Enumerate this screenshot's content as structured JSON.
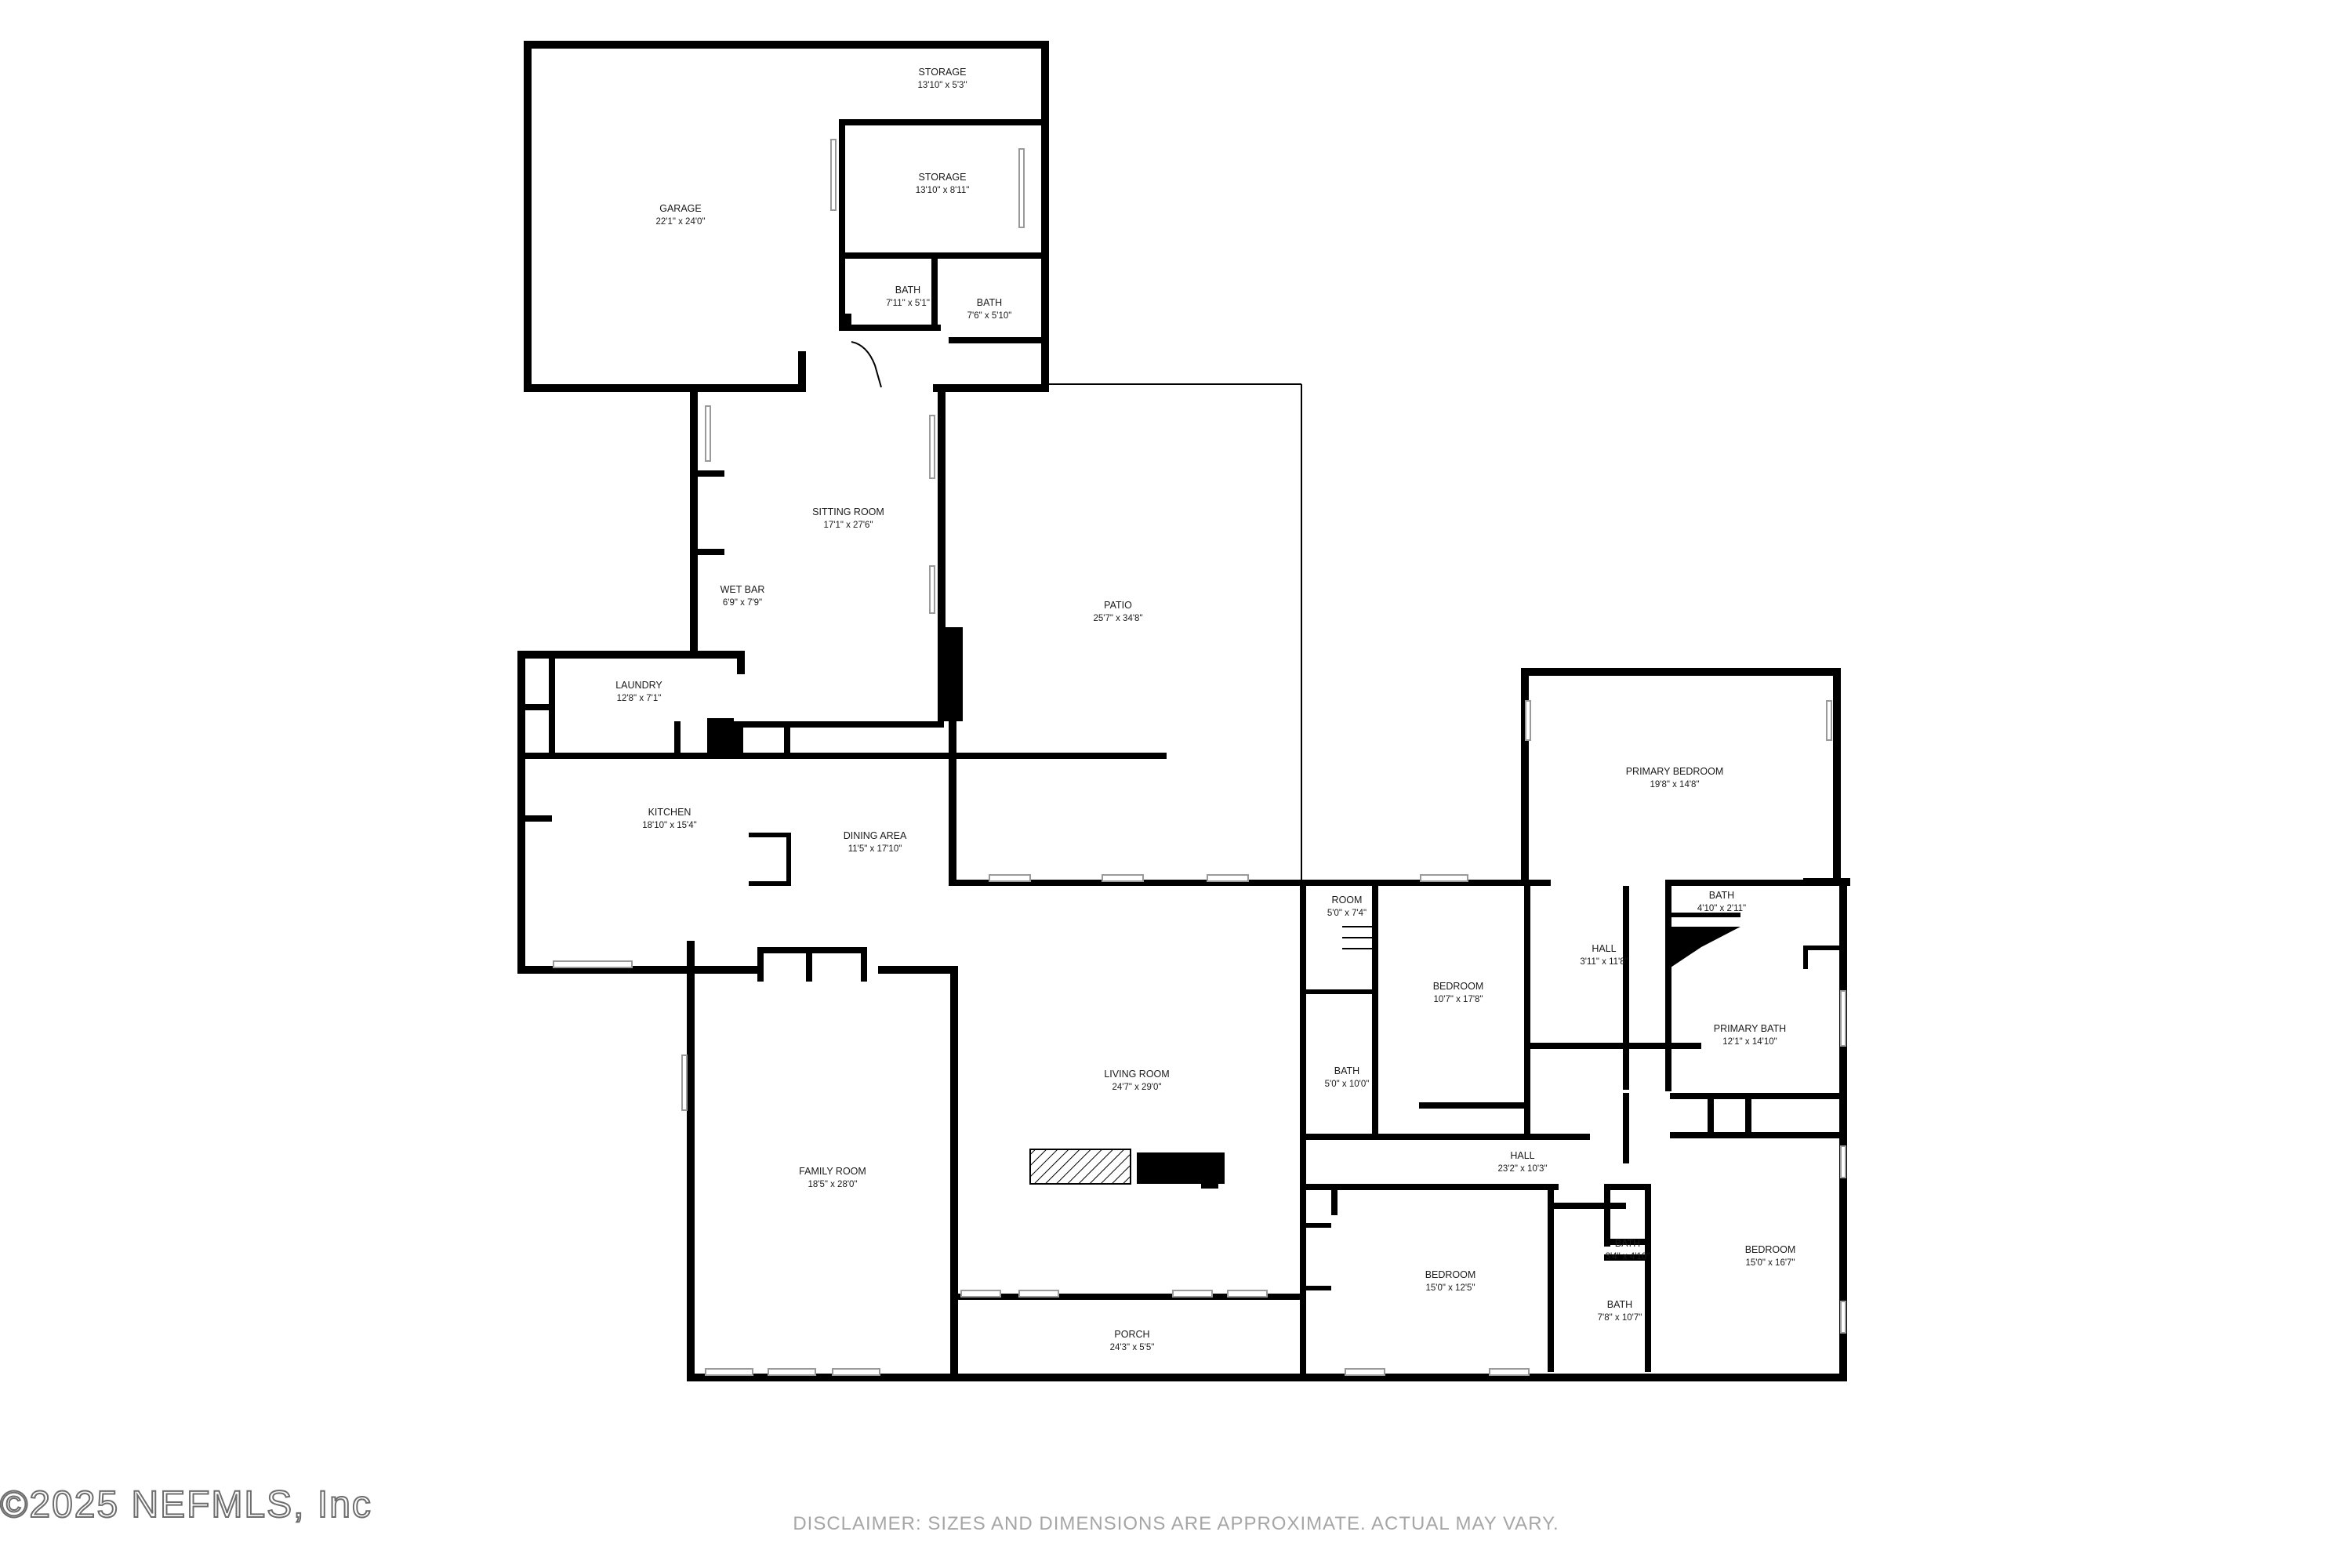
{
  "rooms": [
    {
      "id": "garage",
      "name": "GARAGE",
      "dims": "22'1\" x 24'0\""
    },
    {
      "id": "storage-top",
      "name": "STORAGE",
      "dims": "13'10\" x 5'3\""
    },
    {
      "id": "storage-mid",
      "name": "STORAGE",
      "dims": "13'10\" x 8'11\""
    },
    {
      "id": "bath-garage-small",
      "name": "BATH",
      "dims": "7'11\" x 5'1\""
    },
    {
      "id": "bath-garage",
      "name": "BATH",
      "dims": "7'6\" x 5'10\""
    },
    {
      "id": "sitting-room",
      "name": "SITTING ROOM",
      "dims": "17'1\" x 27'6\""
    },
    {
      "id": "wet-bar",
      "name": "WET BAR",
      "dims": "6'9\" x 7'9\""
    },
    {
      "id": "patio",
      "name": "PATIO",
      "dims": "25'7\" x 34'8\""
    },
    {
      "id": "laundry",
      "name": "LAUNDRY",
      "dims": "12'8\" x 7'1\""
    },
    {
      "id": "kitchen",
      "name": "KITCHEN",
      "dims": "18'10\" x 15'4\""
    },
    {
      "id": "dining-area",
      "name": "DINING AREA",
      "dims": "11'5\" x 17'10\""
    },
    {
      "id": "family-room",
      "name": "FAMILY ROOM",
      "dims": "18'5\" x 28'0\""
    },
    {
      "id": "living-room",
      "name": "LIVING ROOM",
      "dims": "24'7\" x 29'0\""
    },
    {
      "id": "porch",
      "name": "PORCH",
      "dims": "24'3\" x 5'5\""
    },
    {
      "id": "room-small",
      "name": "ROOM",
      "dims": "5'0\" x 7'4\""
    },
    {
      "id": "bath-hall",
      "name": "BATH",
      "dims": "5'0\" x 10'0\""
    },
    {
      "id": "bedroom-2",
      "name": "BEDROOM",
      "dims": "10'7\" x 17'8\""
    },
    {
      "id": "hall-small",
      "name": "HALL",
      "dims": "3'11\" x 11'8\""
    },
    {
      "id": "primary-bedroom",
      "name": "PRIMARY BEDROOM",
      "dims": "19'8\" x 14'8\""
    },
    {
      "id": "bath-primary-small",
      "name": "BATH",
      "dims": "4'10\" x 2'11\""
    },
    {
      "id": "primary-bath",
      "name": "PRIMARY BATH",
      "dims": "12'1\" x 14'10\""
    },
    {
      "id": "hall-main",
      "name": "HALL",
      "dims": "23'2\" x 10'3\""
    },
    {
      "id": "bedroom-3",
      "name": "BEDROOM",
      "dims": "15'0\" x 12'5\""
    },
    {
      "id": "bath-small",
      "name": "BATH",
      "dims": "3'4\" x 4'10\""
    },
    {
      "id": "bath-shared",
      "name": "BATH",
      "dims": "7'8\" x 10'7\""
    },
    {
      "id": "bedroom-4",
      "name": "BEDROOM",
      "dims": "15'0\" x 16'7\""
    }
  ],
  "disclaimer": "DISCLAIMER: SIZES AND DIMENSIONS ARE APPROXIMATE. ACTUAL MAY VARY.",
  "copyright": "©2025 NEFMLS, Inc"
}
